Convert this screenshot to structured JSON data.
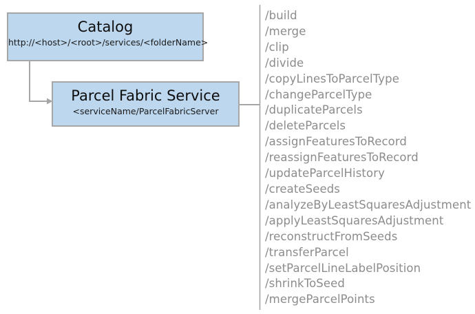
{
  "nodes": {
    "catalog": {
      "title": "Catalog",
      "subtitle": "http://<host>/<root>/services/<folderName>"
    },
    "parcel_fabric_service": {
      "title": "Parcel Fabric Service",
      "subtitle": "<serviceName/ParcelFabricServer"
    }
  },
  "endpoints": [
    "/build",
    "/merge",
    "/clip",
    "/divide",
    "/copyLinesToParcelType",
    "/changeParcelType",
    "/duplicateParcels",
    "/deleteParcels",
    "/assignFeaturesToRecord",
    "/reassignFeaturesToRecord",
    "/updateParcelHistory",
    "/createSeeds",
    "/analyzeByLeastSquaresAdjustment",
    "/applyLeastSquaresAdjustment",
    "/reconstructFromSeeds",
    "/transferParcel",
    "/setParcelLineLabelPosition",
    "/shrinkToSeed",
    "/mergeParcelPoints"
  ],
  "colors": {
    "node_fill": "#bdd7ee",
    "node_border": "#a6a6a6",
    "connector_line": "#a6a6a6",
    "endpoint_text": "#8c8c8c",
    "title_text": "#0d0d0d"
  }
}
